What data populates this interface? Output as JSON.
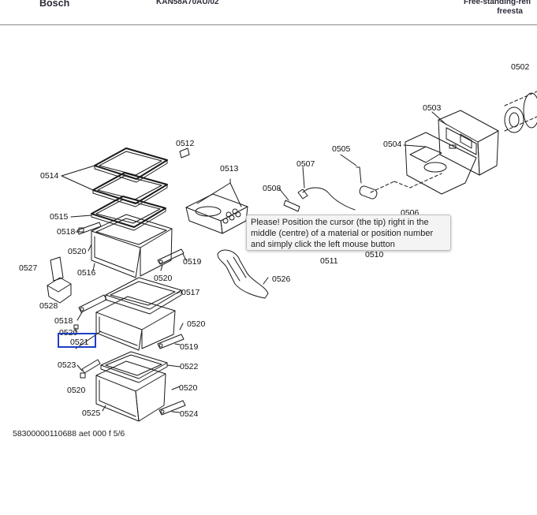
{
  "header": {
    "brand": "Bosch",
    "model": "KAN58A70AU/02",
    "category_line1": "Free-standing-refi",
    "category_line2": "freesta"
  },
  "parts": {
    "p0502": "0502",
    "p0503": "0503",
    "p0504": "0504",
    "p0505": "0505",
    "p0506": "0506",
    "p0507": "0507",
    "p0508": "0508",
    "p0510": "0510",
    "p0511": "0511",
    "p0512": "0512",
    "p0513": "0513",
    "p0514": "0514",
    "p0515": "0515",
    "p0516": "0516",
    "p0517": "0517",
    "p0518a": "0518",
    "p0518b": "0518",
    "p0519a": "0519",
    "p0519b": "0519",
    "p0520a": "0520",
    "p0520b": "0520",
    "p0520c": "0520",
    "p0520d": "0520",
    "p0520e": "0520",
    "p0520f": "0520",
    "p0521": "0521",
    "p0522": "0522",
    "p0523": "0523",
    "p0524": "0524",
    "p0525": "0525",
    "p0526": "0526",
    "p0527": "0527",
    "p0528": "0528"
  },
  "tooltip": {
    "text": "Please! Position the cursor (the tip) right in the middle (centre) of a material or position number and simply click the left mouse button"
  },
  "footer": {
    "doc_id": "58300000110688 aet 000 f 5/6"
  },
  "colors": {
    "highlight": "#1f3fc2",
    "line": "#1a1a1a"
  }
}
